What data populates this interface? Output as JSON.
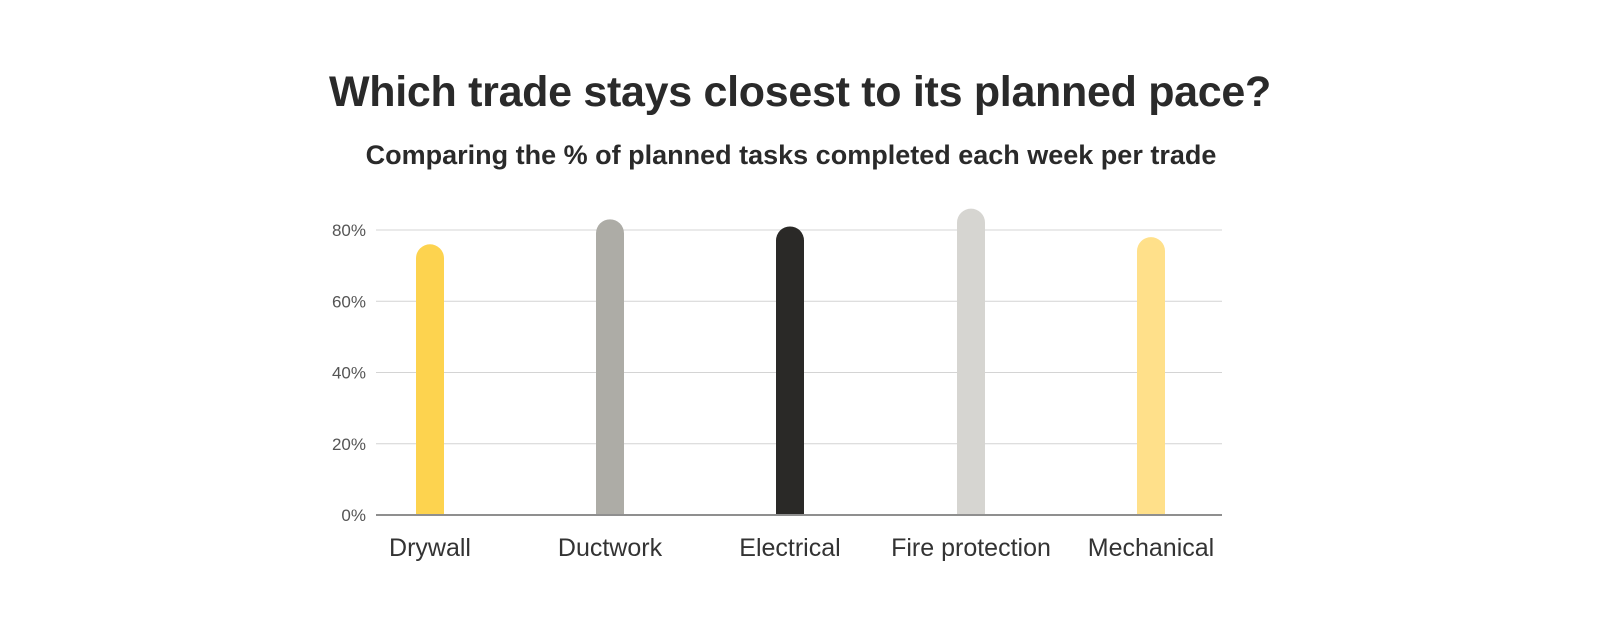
{
  "chart_data": {
    "type": "bar",
    "title": "Which trade stays closest to its planned pace?",
    "subtitle": "Comparing the % of planned tasks completed each week per trade",
    "xlabel": "",
    "ylabel": "",
    "categories": [
      "Drywall",
      "Ductwork",
      "Electrical",
      "Fire protection",
      "Mechanical"
    ],
    "values": [
      76,
      83,
      81,
      86,
      78
    ],
    "colors": [
      "#FDD34F",
      "#ADACA6",
      "#2A2927",
      "#D6D5D1",
      "#FFE08A"
    ],
    "ylim": [
      0,
      80
    ],
    "yticks": [
      0,
      20,
      40,
      60,
      80
    ],
    "ytick_labels": [
      "0%",
      "20%",
      "40%",
      "60%",
      "80%"
    ],
    "grid": true,
    "legend": "none"
  }
}
